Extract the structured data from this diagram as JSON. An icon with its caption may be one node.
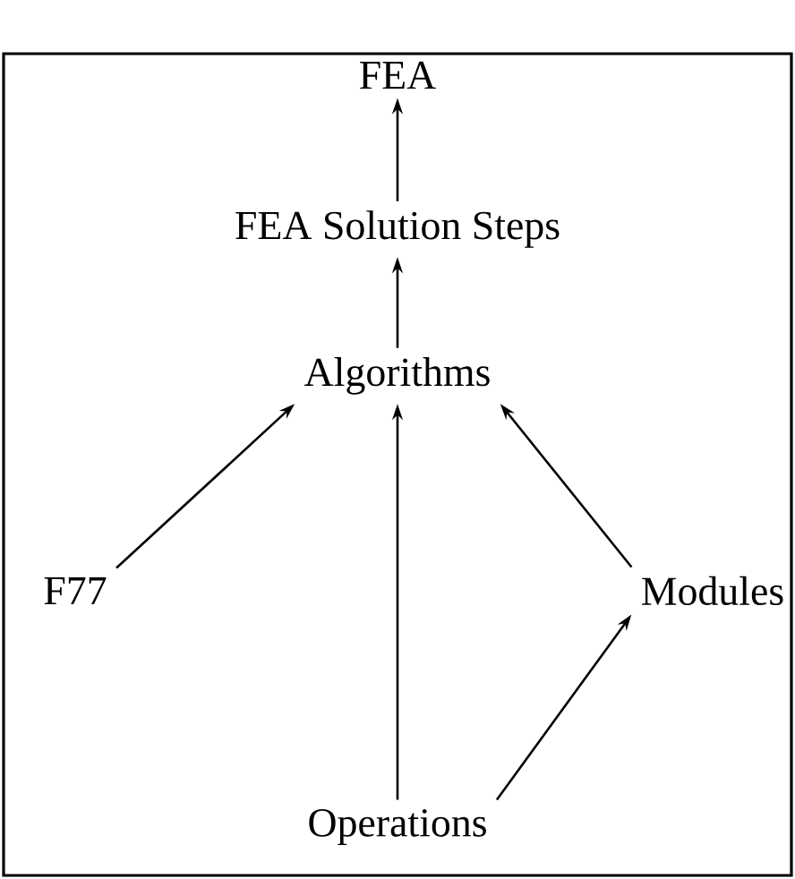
{
  "diagram": {
    "nodes": [
      {
        "text": [
          "FEA"
        ]
      },
      {
        "text": [
          "FEA Solution Steps"
        ]
      },
      {
        "text": [
          "Algorithms"
        ]
      },
      {
        "text": [
          "F77"
        ]
      },
      {
        "text": [
          "Modules"
        ]
      },
      {
        "text": [
          "Operations"
        ]
      }
    ],
    "edges": [
      {
        "from": 1,
        "to": 0,
        "arrow": "to"
      },
      {
        "from": 2,
        "to": 1,
        "arrow": "to"
      },
      {
        "from": 3,
        "to": 2,
        "arrow": "to"
      },
      {
        "from": 5,
        "to": 2,
        "arrow": "to"
      },
      {
        "from": 4,
        "to": 2,
        "arrow": "to"
      },
      {
        "from": 5,
        "to": 4,
        "arrow": "to"
      }
    ]
  }
}
